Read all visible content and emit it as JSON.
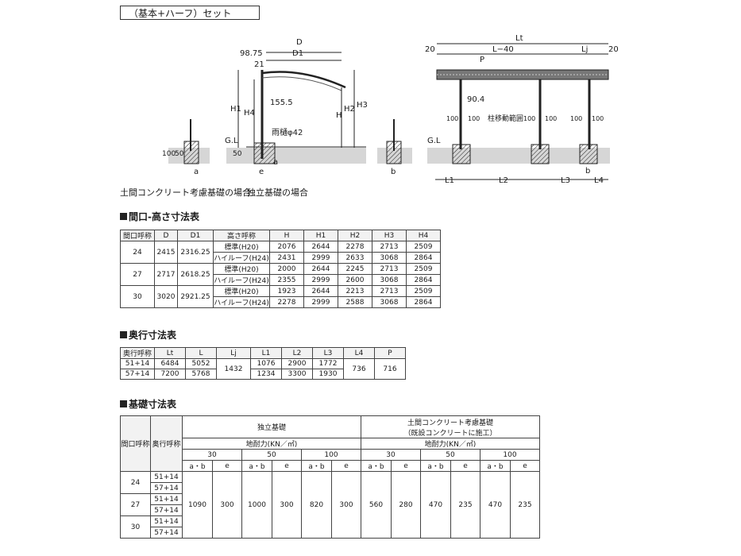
{
  "set_title": "（基本+ハーフ）セット",
  "side_labels": {
    "D": "D",
    "D1": "D1",
    "d9875": "98.75",
    "d21": "21",
    "H1": "H1",
    "H4": "H4",
    "H": "H",
    "H2": "H2",
    "H3": "H3",
    "d1555": "155.5",
    "gutter": "雨樋φ42",
    "GL": "G.L",
    "d100": "100",
    "d50a": "50",
    "d50b": "50",
    "a1": "a",
    "a2": "a",
    "e": "e",
    "b": "b"
  },
  "front_labels": {
    "Lt": "Lt",
    "d20a": "20",
    "L40": "L−40",
    "Lj": "Lj",
    "d20b": "20",
    "P": "P",
    "d904": "90.4",
    "GL": "G.L",
    "arrow_a1": "100",
    "arrow_a2": "100",
    "move_range": "柱移動範囲",
    "arrow_b1": "100",
    "arrow_b2": "100",
    "arrow_c1": "100",
    "arrow_c2": "100",
    "L1": "L1",
    "L2": "L2",
    "L3": "L3",
    "b": "b",
    "L4": "L4"
  },
  "captions": {
    "left": "土間コンクリート考慮基礎の場合",
    "right": "独立基礎の場合"
  },
  "table1": {
    "title": "間口-高さ寸法表",
    "headers": [
      "間口呼称",
      "D",
      "D1",
      "高さ呼称",
      "H",
      "H1",
      "H2",
      "H3",
      "H4"
    ],
    "groups": [
      {
        "w": "24",
        "D": "2415",
        "D1": "2316.25",
        "rows": [
          [
            "標準(H20)",
            "2076",
            "2644",
            "2278",
            "2713",
            "2509"
          ],
          [
            "ハイルーフ(H24)",
            "2431",
            "2999",
            "2633",
            "3068",
            "2864"
          ]
        ]
      },
      {
        "w": "27",
        "D": "2717",
        "D1": "2618.25",
        "rows": [
          [
            "標準(H20)",
            "2000",
            "2644",
            "2245",
            "2713",
            "2509"
          ],
          [
            "ハイルーフ(H24)",
            "2355",
            "2999",
            "2600",
            "3068",
            "2864"
          ]
        ]
      },
      {
        "w": "30",
        "D": "3020",
        "D1": "2921.25",
        "rows": [
          [
            "標準(H20)",
            "1923",
            "2644",
            "2213",
            "2713",
            "2509"
          ],
          [
            "ハイルーフ(H24)",
            "2278",
            "2999",
            "2588",
            "3068",
            "2864"
          ]
        ]
      }
    ]
  },
  "table2": {
    "title": "奥行寸法表",
    "headers": [
      "奥行呼称",
      "Lt",
      "L",
      "Lj",
      "L1",
      "L2",
      "L3",
      "L4",
      "P"
    ],
    "rows": [
      [
        "51+14",
        "6484",
        "5052",
        "1076",
        "2900",
        "1772"
      ],
      [
        "57+14",
        "7200",
        "5768",
        "1234",
        "3300",
        "1930"
      ]
    ],
    "Lj": "1432",
    "L4": "736",
    "P": "716"
  },
  "table3": {
    "title": "基礎寸法表",
    "col_w": "間口呼称",
    "col_d": "奥行呼称",
    "indep": "独立基礎",
    "slab_line1": "土間コンクリート考慮基礎",
    "slab_line2": "（既設コンクリートに施工）",
    "bearing": "地耐力(KN／㎡)",
    "loads": [
      "30",
      "50",
      "100",
      "30",
      "50",
      "100"
    ],
    "ab": "a・b",
    "e": "e",
    "widths": [
      "24",
      "27",
      "30"
    ],
    "depths": [
      "51+14",
      "57+14"
    ],
    "values": [
      "1090",
      "300",
      "1000",
      "300",
      "820",
      "300",
      "560",
      "280",
      "470",
      "235",
      "470",
      "235"
    ]
  }
}
